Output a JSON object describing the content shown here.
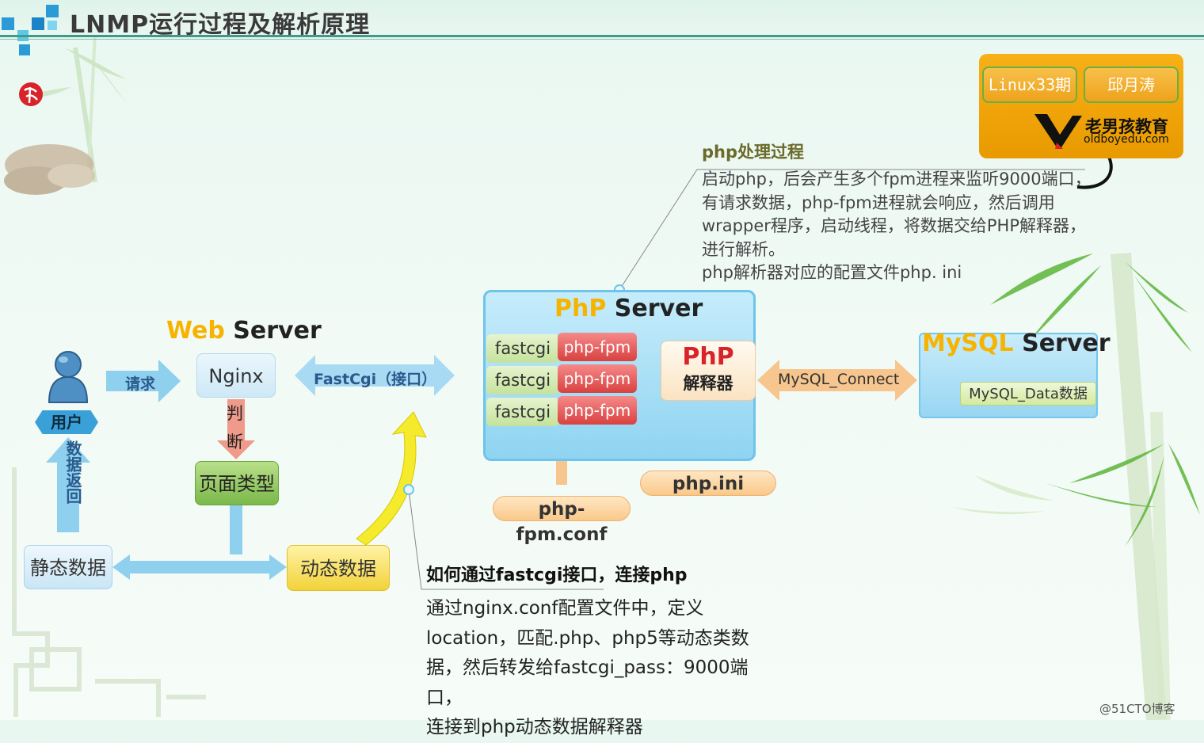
{
  "title": "LNMP运行过程及解析原理",
  "user": {
    "label": "用户",
    "request": "请求",
    "return": "数据返回"
  },
  "web_server": {
    "word1": "Web",
    "word2": "Server",
    "nginx": "Nginx",
    "judge": "判断",
    "page_type": "页面类型",
    "static": "静态数据",
    "dynamic": "动态数据"
  },
  "fastcgi_arrow": "FastCgi（接口）",
  "php_server": {
    "word1": "PhP",
    "word2": "Server",
    "rows": [
      {
        "fastcgi": "fastcgi",
        "fpm": "php-fpm"
      },
      {
        "fastcgi": "fastcgi",
        "fpm": "php-fpm"
      },
      {
        "fastcgi": "fastcgi",
        "fpm": "php-fpm"
      }
    ],
    "interp_title": "PhP",
    "interp_sub": "解释器",
    "php_ini": "php.ini",
    "fpm_conf": "php-fpm.conf"
  },
  "mysql_connect": "MySQL_Connect",
  "mysql_server": {
    "word1": "MySQL",
    "word2": "Server",
    "data": "MySQL_Data数据"
  },
  "php_process": {
    "title": "php处理过程",
    "lines": [
      "启动php，后会产生多个fpm进程来监听9000端口，",
      "有请求数据，php-fpm进程就会响应，然后调用",
      "wrapper程序，启动线程，将数据交给PHP解释器，",
      "进行解析。",
      "php解析器对应的配置文件php. ini"
    ]
  },
  "fastcgi_note": {
    "title": "如何通过fastcgi接口，连接php",
    "lines": [
      "通过nginx.conf配置文件中，定义",
      "location，匹配.php、php5等动态类数",
      "据，然后转发给fastcgi_pass：9000端口，",
      "连接到php动态数据解释器"
    ]
  },
  "brand": {
    "tag1": "Linux33期",
    "tag2": "邱月涛",
    "name": "老男孩教育",
    "url": "oldboyedu.com"
  },
  "watermark": "@51CTO博客",
  "colors": {
    "accent_orange": "#f6b400",
    "php_red": "#d9413f",
    "sky": "#8fd4f1",
    "title_line": "#3f9a8a"
  }
}
